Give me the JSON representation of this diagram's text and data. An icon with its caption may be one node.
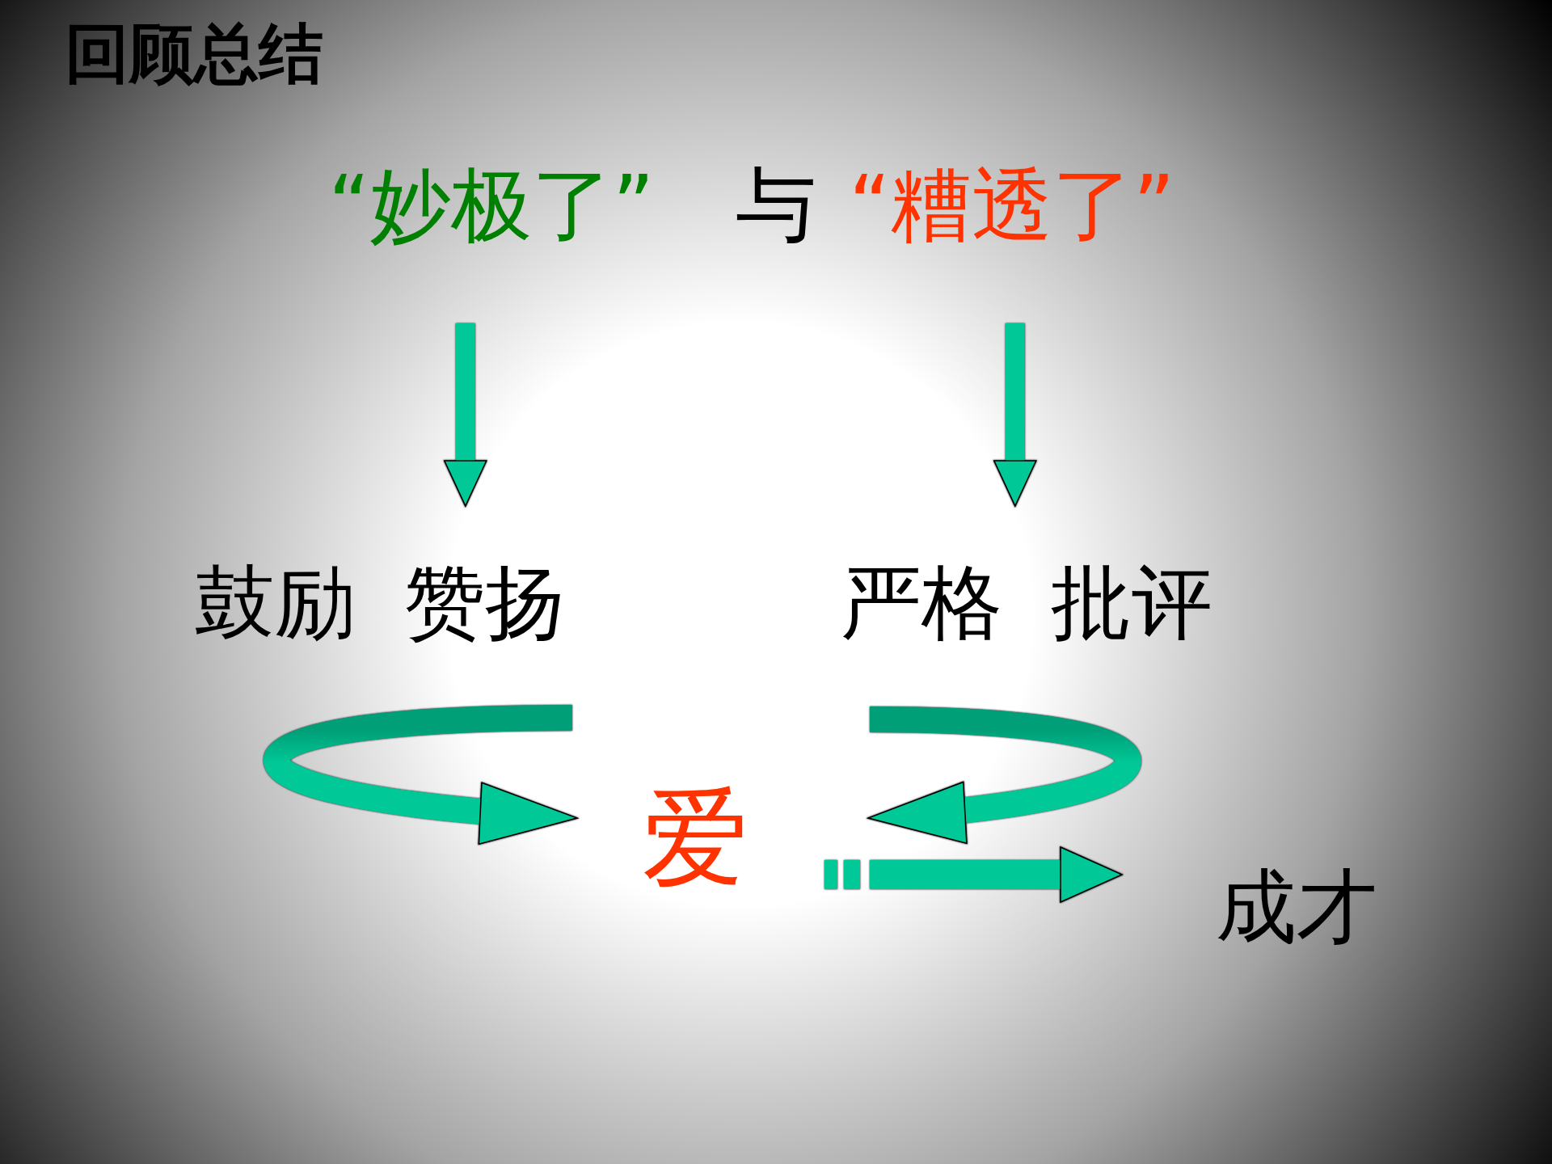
{
  "diagram": {
    "title": "回顾总结",
    "nodes": [
      {
        "text": [
          "“妙极了”"
        ]
      },
      {
        "text": [
          "“糟透了”"
        ]
      },
      {
        "text": [
          "鼓励 赞扬"
        ]
      },
      {
        "text": [
          "严格 批评"
        ]
      },
      {
        "text": [
          "爱"
        ]
      },
      {
        "text": [
          "成才"
        ]
      }
    ],
    "edges": [
      {
        "from": 0,
        "to": 2,
        "arrow": "to"
      },
      {
        "from": 1,
        "to": 3,
        "arrow": "to"
      },
      {
        "from": 2,
        "to": 4,
        "arrow": "to"
      },
      {
        "from": 3,
        "to": 4,
        "arrow": "to"
      },
      {
        "from": 4,
        "to": 5,
        "arrow": "to"
      }
    ],
    "labels": [
      "与"
    ]
  }
}
